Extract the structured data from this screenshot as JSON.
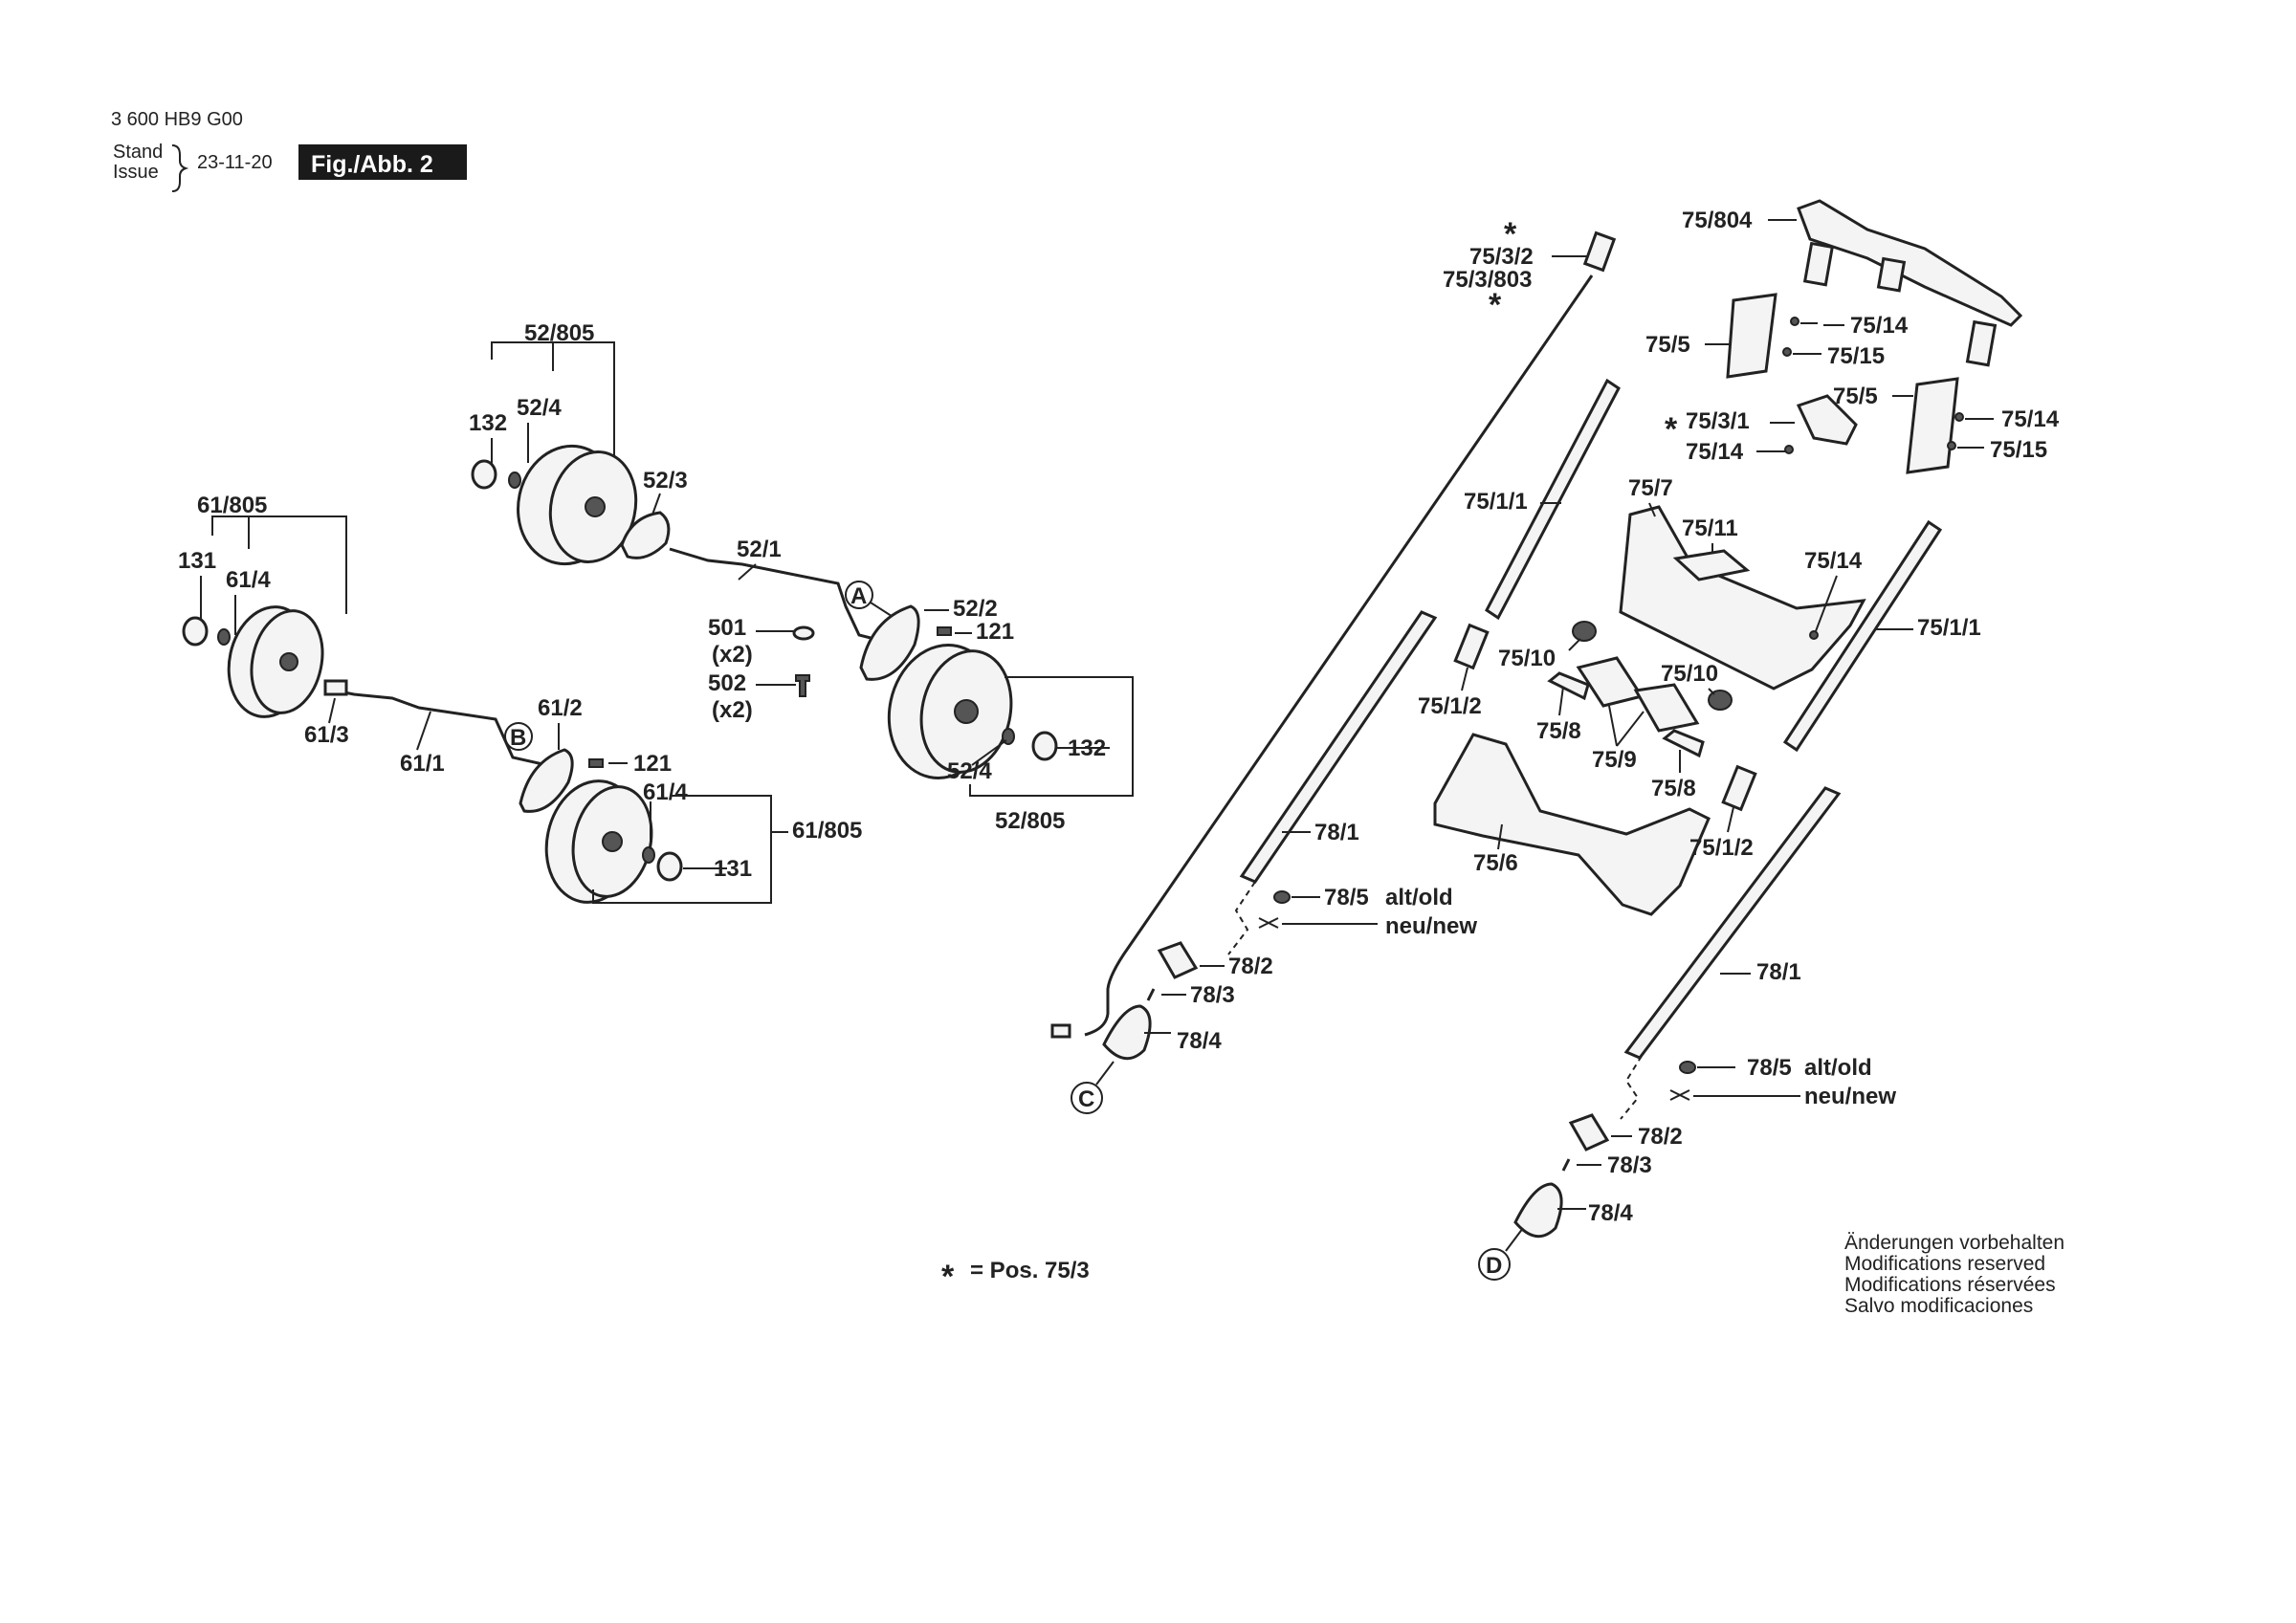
{
  "header": {
    "doc_number": "3 600 HB9 G00",
    "stand_label": "Stand",
    "issue_label": "Issue",
    "date": "23-11-20",
    "fig_label": "Fig./Abb. 2"
  },
  "footnote": {
    "star": "*",
    "text": "= Pos. 75/3"
  },
  "modifications": [
    "Änderungen vorbehalten",
    "Modifications reserved",
    "Modifications réservées",
    "Salvo modificaciones"
  ],
  "callouts": {
    "a": "A",
    "b": "B",
    "c": "C",
    "d": "D"
  },
  "labels": {
    "p52_805_top": "52/805",
    "p132_top": "132",
    "p52_4_top": "52/4",
    "p52_3": "52/3",
    "p52_1": "52/1",
    "p52_2": "52/2",
    "p121_a": "121",
    "p501": "501",
    "p501_qty": "(x2)",
    "p502": "502",
    "p502_qty": "(x2)",
    "p132_bottom": "132",
    "p52_4_bottom": "52/4",
    "p52_805_bottom": "52/805",
    "p61_805_top": "61/805",
    "p131_top": "131",
    "p61_4_top": "61/4",
    "p61_3": "61/3",
    "p61_1": "61/1",
    "p61_2": "61/2",
    "p121_b": "121",
    "p61_4_bottom": "61/4",
    "p131_bottom": "131",
    "p61_805_right": "61/805",
    "p75_3_2": "75/3/2",
    "p75_3_803": "75/3/803",
    "p75_804": "75/804",
    "p75_5_left": "75/5",
    "p75_14_a": "75/14",
    "p75_15_a": "75/15",
    "p75_5_right": "75/5",
    "p75_14_b": "75/14",
    "p75_15_b": "75/15",
    "p75_3_1": "75/3/1",
    "p75_14_c": "75/14",
    "p75_1_1_left": "75/1/1",
    "p75_7": "75/7",
    "p75_11": "75/11",
    "p75_14_d": "75/14",
    "p75_1_1_right": "75/1/1",
    "p75_10_left": "75/10",
    "p75_10_right": "75/10",
    "p75_1_2_left": "75/1/2",
    "p75_8_left": "75/8",
    "p75_9": "75/9",
    "p75_8_right": "75/8",
    "p75_6": "75/6",
    "p75_1_2_right": "75/1/2",
    "p78_1_left": "78/1",
    "p78_5_left": "78/5",
    "alt_old_left": "alt/old",
    "neu_new_left": "neu/new",
    "p78_2_left": "78/2",
    "p78_3_left": "78/3",
    "p78_4_left": "78/4",
    "p78_1_right": "78/1",
    "p78_5_right": "78/5",
    "alt_old_right": "alt/old",
    "neu_new_right": "neu/new",
    "p78_2_right": "78/2",
    "p78_3_right": "78/3",
    "p78_4_right": "78/4"
  }
}
